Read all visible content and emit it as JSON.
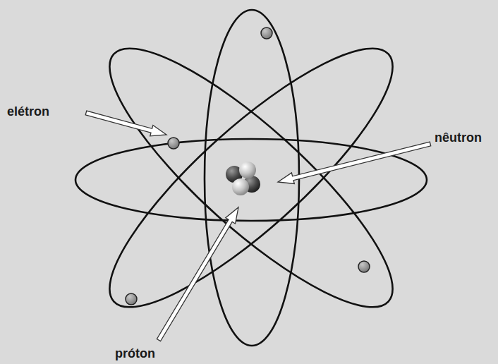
{
  "diagram": {
    "labels": [
      "elétron",
      "nêutron",
      "próton"
    ]
  }
}
